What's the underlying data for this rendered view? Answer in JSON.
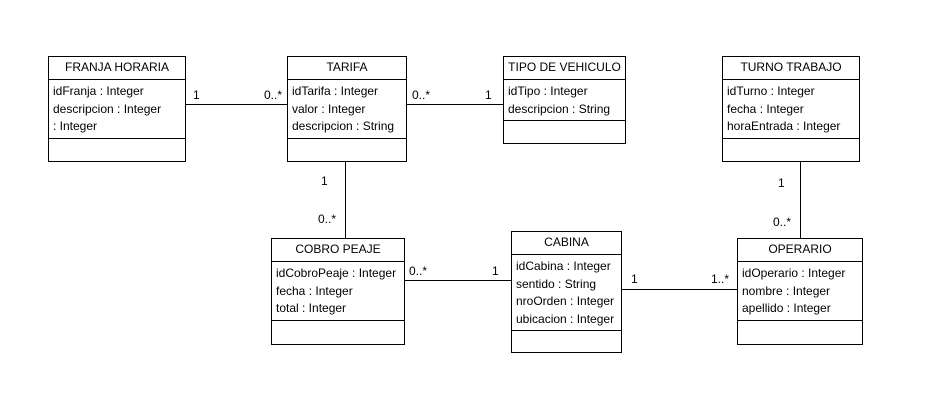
{
  "classes": {
    "franja": {
      "title": "FRANJA HORARIA",
      "attributes": [
        "idFranja : Integer",
        "descripcion : Integer",
        ": Integer"
      ]
    },
    "tarifa": {
      "title": "TARIFA",
      "attributes": [
        "idTarifa : Integer",
        "valor : Integer",
        "descripcion : String"
      ]
    },
    "tipo": {
      "title": "TIPO DE VEHICULO",
      "attributes": [
        "idTipo : Integer",
        "descripcion : String"
      ]
    },
    "turno": {
      "title": "TURNO TRABAJO",
      "attributes": [
        "idTurno : Integer",
        "fecha : Integer",
        "horaEntrada : Integer"
      ]
    },
    "cobro": {
      "title": "COBRO PEAJE",
      "attributes": [
        "idCobroPeaje : Integer",
        "fecha : Integer",
        "total : Integer"
      ]
    },
    "cabina": {
      "title": "CABINA",
      "attributes": [
        "idCabina : Integer",
        "sentido : String",
        "nroOrden : Integer",
        "ubicacion : Integer"
      ]
    },
    "operario": {
      "title": "OPERARIO",
      "attributes": [
        "idOperario : Integer",
        "nombre : Integer",
        "apellido : Integer"
      ]
    }
  },
  "associations": {
    "franja_tarifa": {
      "from": "1",
      "to": "0..*"
    },
    "tarifa_tipo": {
      "from": "0..*",
      "to": "1"
    },
    "tarifa_cobro": {
      "from": "1",
      "to": "0..*"
    },
    "cobro_cabina": {
      "from": "0..*",
      "to": "1"
    },
    "cabina_operario": {
      "from": "1",
      "to": "1..*"
    },
    "turno_operario": {
      "from": "1",
      "to": "0..*"
    }
  },
  "colors": {
    "line": "#000000",
    "background": "#ffffff"
  }
}
